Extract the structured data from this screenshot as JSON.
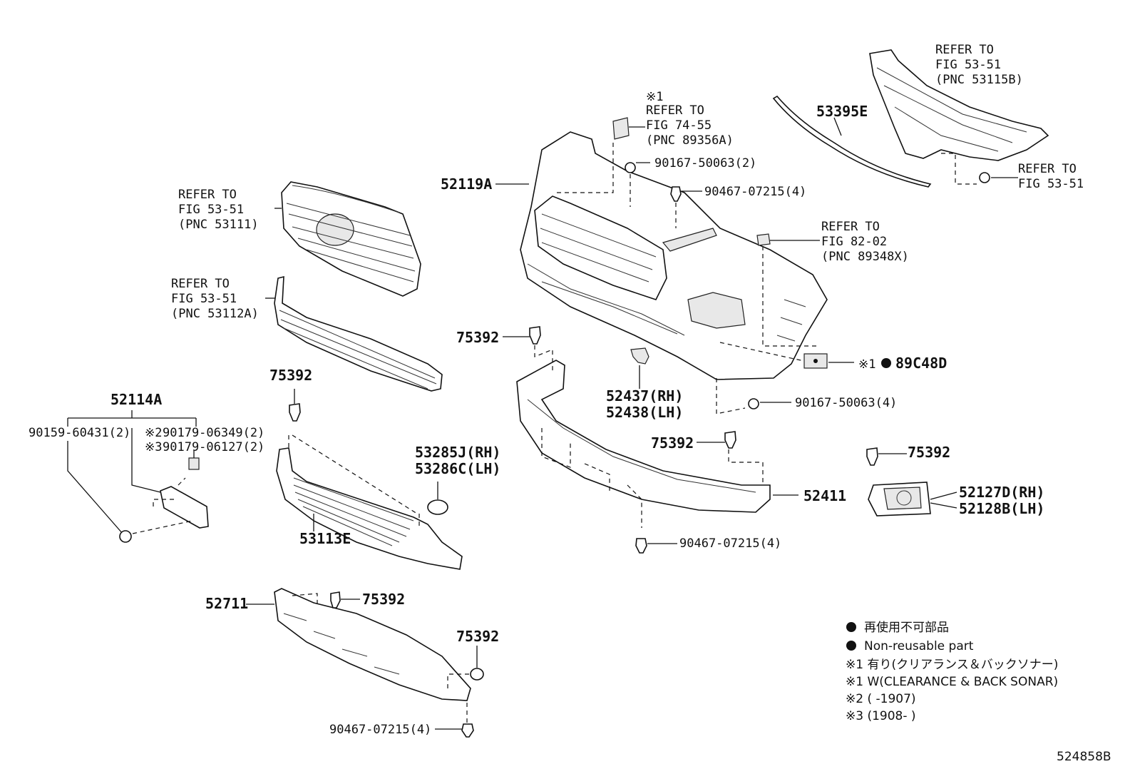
{
  "labels": {
    "p52119A": "52119A",
    "p53395E": "53395E",
    "p52114A": "52114A",
    "p75392": "75392",
    "p52437": "52437(RH)",
    "p52438": "52438(LH)",
    "p53285J": "53285J(RH)",
    "p53286C": "53286C(LH)",
    "p53113E": "53113E",
    "p52411": "52411",
    "p52127D": "52127D(RH)",
    "p52128B": "52128B(LH)",
    "p52711": "52711",
    "p89C48D": "89C48D",
    "b90167_2": "90167-50063(2)",
    "b90167_4": "90167-50063(4)",
    "b90467": "90467-07215(4)",
    "b90159": "90159-60431(2)",
    "b90179a": "90179-06349(2)",
    "b90179b": "90179-06127(2)",
    "note1": "※1",
    "note2": "※2",
    "note3": "※3",
    "figno": "524858B"
  },
  "refs": {
    "refer_to": "REFER TO",
    "fig_53_51": "FIG 53-51",
    "fig_74_55": "FIG 74-55",
    "fig_82_02": "FIG 82-02",
    "pnc_53111": "(PNC 53111)",
    "pnc_53112A": "(PNC 53112A)",
    "pnc_53115B": "(PNC 53115B)",
    "pnc_89356A": "(PNC 89356A)",
    "pnc_89348X": "(PNC 89348X)"
  },
  "legend": {
    "jp_nonreusable": "● 再使用不可部品",
    "en_nonreusable": "● Non-reusable part",
    "n1_jp": "※1 有り(クリアランス＆バックソナー)",
    "n1_en": "※1 W(CLEARANCE & BACK SONAR)",
    "n2": "※2 (      -1907)",
    "n3": "※3 (1908-      )"
  }
}
